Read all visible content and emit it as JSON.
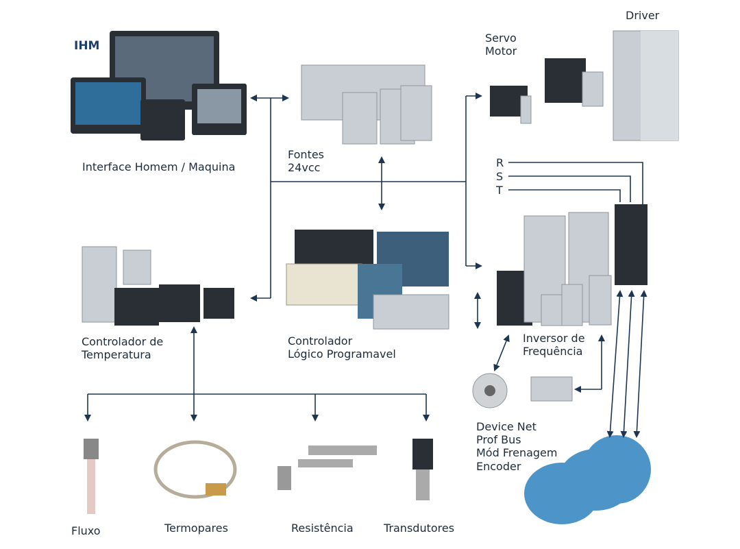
{
  "labels": {
    "ihm_title": "IHM",
    "ihm": "Interface Homem / Maquina",
    "fontes_1": "Fontes",
    "fontes_2": "24vcc",
    "servo_1": "Servo",
    "servo_2": "Motor",
    "driver": "Driver",
    "r": "R",
    "s": "S",
    "t": "T",
    "temp_1": "Controlador de",
    "temp_2": "Temperatura",
    "clp_1": "Controlador",
    "clp_2": "Lógico Programavel",
    "inv_1": "Inversor de",
    "inv_2": "Frequência",
    "acc_1": "Device Net",
    "acc_2": "Prof Bus",
    "acc_3": "Mód Frenagem",
    "acc_4": "Encoder",
    "fluxo": "Fluxo",
    "termopares": "Termopares",
    "resistencia": "Resistência",
    "transdutores": "Transdutores"
  },
  "colors": {
    "line": "#1d3550",
    "title": "#1f3f6a"
  }
}
